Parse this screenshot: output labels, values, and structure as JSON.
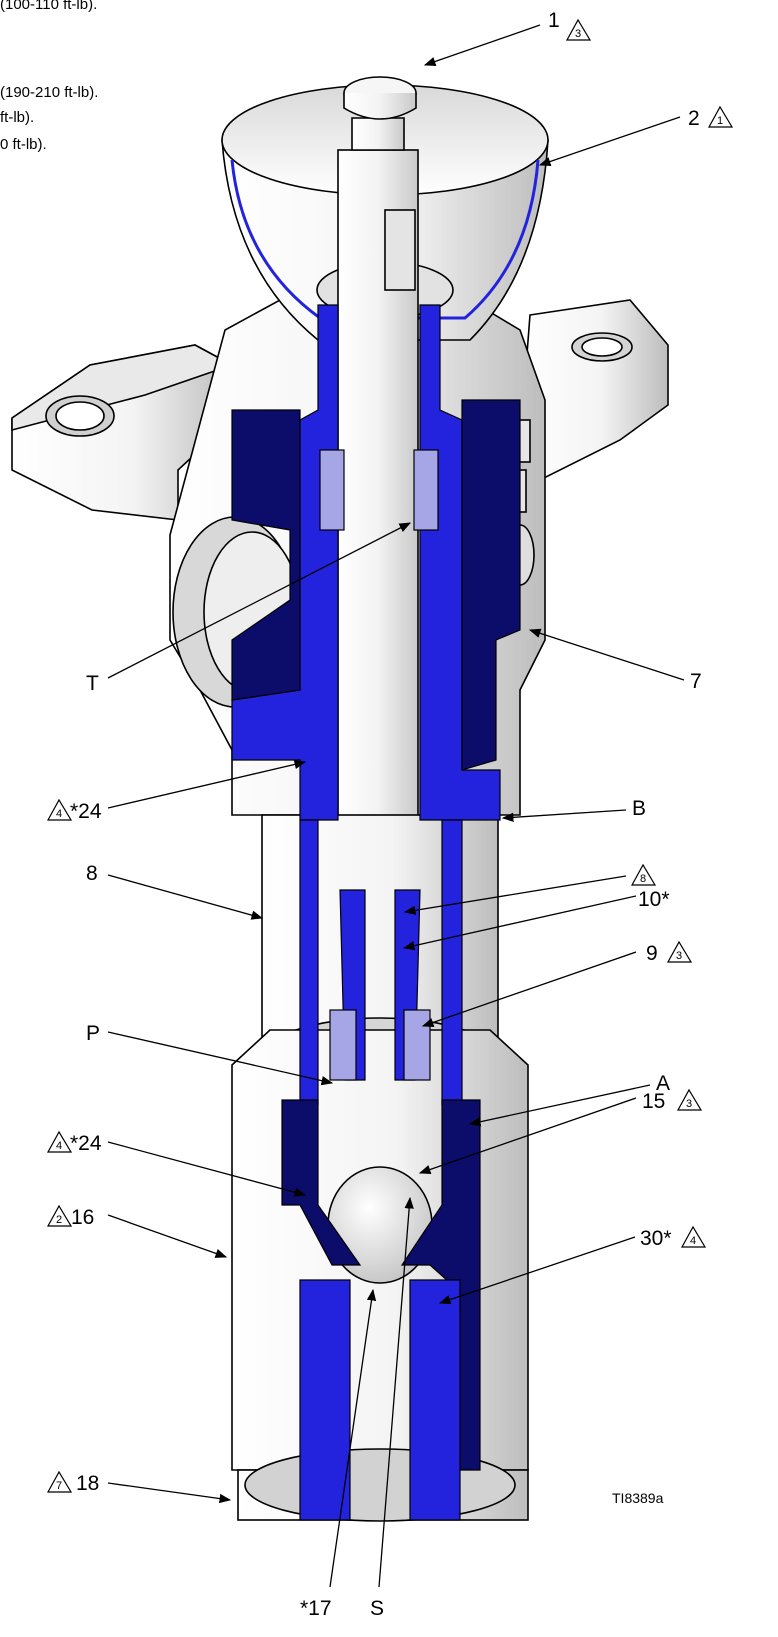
{
  "figure": {
    "reference_id": "TI8389a",
    "colors": {
      "cutaway": "#2323dd",
      "cutaway_dark": "#0c0c6a",
      "cutaway_light": "#a6a6e6",
      "metal": "#f0f0f0",
      "metal_shadow": "#bdbdbd",
      "outline": "#000000"
    },
    "notes": [
      {
        "text": "(100-110 ft-lb)."
      },
      {
        "text": "(190-210 ft-lb)."
      },
      {
        "text": "ft-lb)."
      },
      {
        "text": "0 ft-lb)."
      }
    ],
    "callouts": [
      {
        "id": "c1",
        "label": "1",
        "warning": "3",
        "warning_side": "right"
      },
      {
        "id": "c2",
        "label": "2",
        "warning": "1",
        "warning_side": "right"
      },
      {
        "id": "cT",
        "label": "T",
        "warning": "",
        "warning_side": ""
      },
      {
        "id": "c7",
        "label": "7",
        "warning": "",
        "warning_side": ""
      },
      {
        "id": "c24a",
        "label": "*24",
        "warning": "4",
        "warning_side": "left"
      },
      {
        "id": "cB",
        "label": "B",
        "warning": "",
        "warning_side": ""
      },
      {
        "id": "c8",
        "label": "8",
        "warning": "",
        "warning_side": ""
      },
      {
        "id": "c8w",
        "label": "",
        "warning": "8",
        "warning_side": "left"
      },
      {
        "id": "c10",
        "label": "10*",
        "warning": "",
        "warning_side": ""
      },
      {
        "id": "c9",
        "label": "9",
        "warning": "3",
        "warning_side": "right"
      },
      {
        "id": "cP",
        "label": "P",
        "warning": "",
        "warning_side": ""
      },
      {
        "id": "cA",
        "label": "A",
        "warning": "",
        "warning_side": ""
      },
      {
        "id": "c15",
        "label": "15",
        "warning": "3",
        "warning_side": "right"
      },
      {
        "id": "c24b",
        "label": "*24",
        "warning": "4",
        "warning_side": "left"
      },
      {
        "id": "c16",
        "label": "16",
        "warning": "2",
        "warning_side": "left"
      },
      {
        "id": "c30",
        "label": "30*",
        "warning": "4",
        "warning_side": "right"
      },
      {
        "id": "c18",
        "label": "18",
        "warning": "7",
        "warning_side": "left"
      },
      {
        "id": "c17",
        "label": "*17",
        "warning": "",
        "warning_side": ""
      },
      {
        "id": "cS",
        "label": "S",
        "warning": "",
        "warning_side": ""
      }
    ]
  }
}
